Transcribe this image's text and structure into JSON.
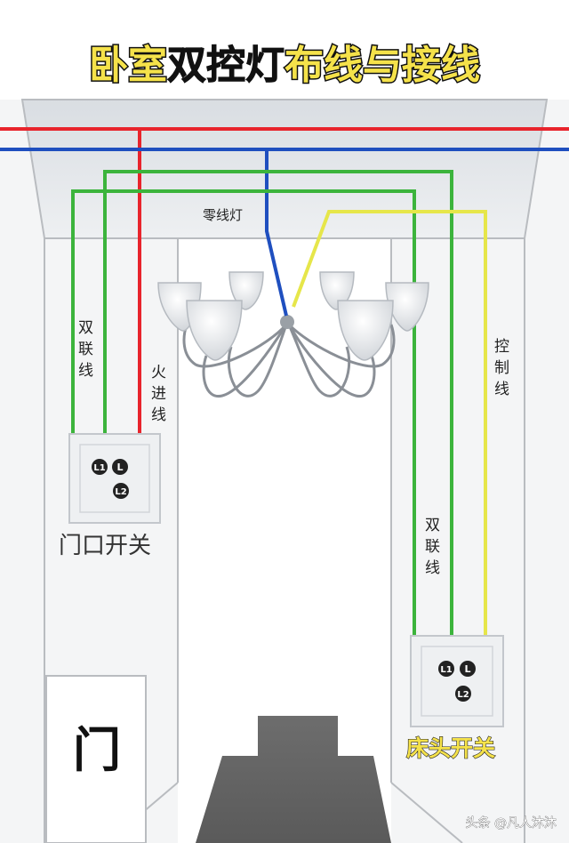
{
  "title": {
    "part1": "卧室",
    "part2": "双控灯",
    "part3": "布线与接线"
  },
  "labels": {
    "neutral_to_lamp": "零线灯",
    "double_wire_left": [
      "双",
      "联",
      "线"
    ],
    "live_wire": [
      "火",
      "进",
      "线"
    ],
    "control_wire": [
      "控",
      "制",
      "线"
    ],
    "double_wire_right": [
      "双",
      "联",
      "线"
    ],
    "door_switch": "门口开关",
    "bed_switch": "床头开关",
    "door": "门",
    "watermark": "头条 @凡人沐沐"
  },
  "terminals": {
    "door": {
      "l1": "L1",
      "l": "L",
      "l2": "L2"
    },
    "bed": {
      "l1": "L1",
      "l": "L",
      "l2": "L2"
    }
  },
  "colors": {
    "live": "#e8242c",
    "neutral": "#1f4fbf",
    "double": "#3cb43c",
    "control": "#e6e64a",
    "title_yellow": "#f5e24a",
    "bed_label": "#f5e24a"
  }
}
